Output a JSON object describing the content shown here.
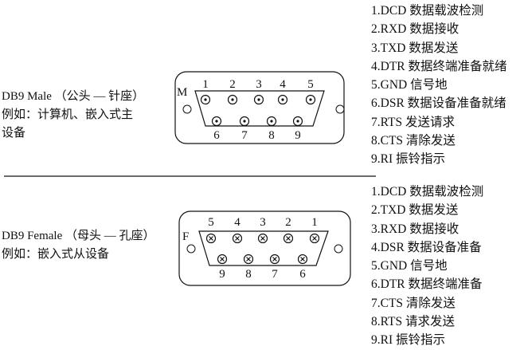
{
  "male": {
    "title": "DB9 Male （公头 — 针座）",
    "example_line1": "例如：计算机、嵌入式主",
    "example_line2": "设备",
    "connector_letter": "M",
    "top_pins": [
      "1",
      "2",
      "3",
      "4",
      "5"
    ],
    "bottom_pins": [
      "6",
      "7",
      "8",
      "9"
    ],
    "pin_style": "pin-dot",
    "signals": [
      "1.DCD 数据载波检测",
      "2.RXD 数据接收",
      "3.TXD 数据发送",
      "4.DTR 数据终端准备就绪",
      "5.GND 信号地",
      "6.DSR 数据设备准备就绪",
      "7.RTS 发送请求",
      "8.CTS 清除发送",
      "9.RI 振铃指示"
    ]
  },
  "female": {
    "title": "DB9 Female （母头 — 孔座）",
    "example_line1": "例如：嵌入式从设备",
    "connector_letter": "F",
    "top_pins": [
      "5",
      "4",
      "3",
      "2",
      "1"
    ],
    "bottom_pins": [
      "9",
      "8",
      "7",
      "6"
    ],
    "pin_style": "socket-cross",
    "signals": [
      "1.DCD 数据载波检测",
      "2.TXD 数据发送",
      "3.RXD 数据接收",
      "4.DSR 数据设备准备",
      "5.GND 信号地",
      "6.DTR 数据终端准备",
      "7.CTS 清除发送",
      "8.RTS 请求发送",
      "9.RI 振铃指示"
    ]
  }
}
